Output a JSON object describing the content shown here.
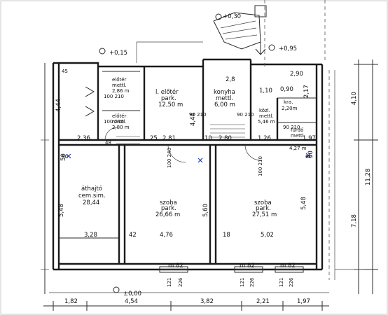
{
  "rooms": {
    "eloter_top": {
      "name": "előtér",
      "floor": "mettl.",
      "area": "2,86 m"
    },
    "eloter_mid": {
      "name": "előtér",
      "floor": "mettl.",
      "area": "2,80 m"
    },
    "l_eloter": {
      "name": "l. előtér",
      "floor": "park.",
      "area": "12,50 m"
    },
    "konyha": {
      "name": "konyha",
      "floor": "mettl.",
      "area": "6,00 m"
    },
    "kozl": {
      "name": "közl.",
      "floor": "mettl.",
      "area": "5,46 m"
    },
    "kra": {
      "name": "kra.",
      "area": "2,20m"
    },
    "furdo": {
      "name": "fürdő",
      "floor": "mettl.",
      "area": "4,27 m"
    },
    "athajto": {
      "name": "áthajtó",
      "floor": "cem.sim.",
      "area": "28,44"
    },
    "szoba_left": {
      "name": "szoba",
      "floor": "park.",
      "area": "26,66 m"
    },
    "szoba_right": {
      "name": "szoba",
      "floor": "park.",
      "area": "27,51 m"
    }
  },
  "levels": {
    "top": "+0,30",
    "left_top": "+0,15",
    "right_top": "+0,95",
    "ground": "±0,00"
  },
  "door_labels": {
    "d1": "100\n210",
    "d2": "100\n210",
    "d3": "90\n210",
    "d4": "90\n210",
    "d5": "100\n240",
    "d6": "100\n210",
    "d7": "90\n210"
  },
  "window_labels": {
    "w1": "m 82",
    "w2": "m 82",
    "w3": "m 82"
  },
  "sill_labels": [
    "121",
    "226",
    "121",
    "226",
    "121",
    "226"
  ],
  "interior_dims": {
    "h1": "2,36",
    "h2": "25",
    "h3": "2,81",
    "h4": "10",
    "h5": "2,80",
    "h6": "1,26",
    "h7": "1,97",
    "h8": "3,28",
    "h9": "42",
    "h10": "4,76",
    "h11": "18",
    "h12": "5,02",
    "v1": "4,44",
    "v2": "4,44",
    "v3": "5,48",
    "v4": "5,60",
    "v5": "5,48",
    "v6": "50",
    "v7": "50",
    "v8": "2,17",
    "v9": "0,90",
    "v10": "2,90",
    "v11": "1,10",
    "v12": "2,8"
  },
  "bottom_dims": [
    "1,82",
    "4,54",
    "3,82",
    "2,21",
    "1,97"
  ],
  "right_dims": [
    "4,10",
    "11,28",
    "7,18"
  ],
  "small_marks": [
    "45",
    "48",
    "50",
    "60"
  ]
}
